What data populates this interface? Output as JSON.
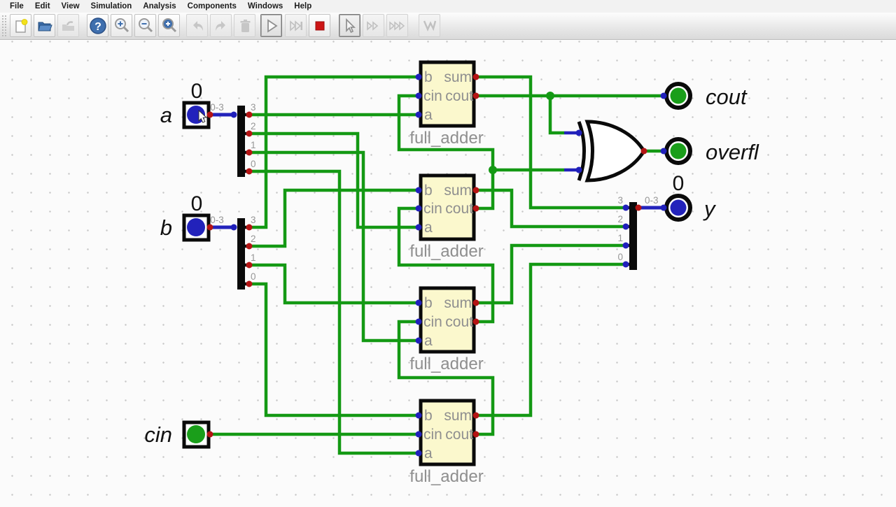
{
  "menu_bar": {
    "items": [
      {
        "label": "File"
      },
      {
        "label": "Edit"
      },
      {
        "label": "View"
      },
      {
        "label": "Simulation"
      },
      {
        "label": "Analysis"
      },
      {
        "label": "Components"
      },
      {
        "label": "Windows"
      },
      {
        "label": "Help"
      }
    ]
  },
  "toolbar": {
    "buttons": [
      {
        "name": "new-file",
        "enabled": true
      },
      {
        "name": "open-file",
        "enabled": true
      },
      {
        "name": "save-file",
        "enabled": false
      },
      {
        "name": "help",
        "enabled": true
      },
      {
        "name": "zoom-in",
        "enabled": true
      },
      {
        "name": "zoom-out",
        "enabled": true
      },
      {
        "name": "zoom-fit",
        "enabled": true
      },
      {
        "name": "undo",
        "enabled": false
      },
      {
        "name": "redo",
        "enabled": false
      },
      {
        "name": "delete",
        "enabled": false
      },
      {
        "name": "start-simulation",
        "enabled": true,
        "selected": true
      },
      {
        "name": "run-to-break",
        "enabled": false
      },
      {
        "name": "stop-simulation",
        "enabled": true
      },
      {
        "name": "step-gate",
        "enabled": true,
        "selected": true
      },
      {
        "name": "step-fast",
        "enabled": false
      },
      {
        "name": "step-faster",
        "enabled": false
      },
      {
        "name": "measurement-graph",
        "enabled": false
      }
    ],
    "help_glyph": "?"
  },
  "circuit": {
    "inputs": {
      "a": {
        "label": "a",
        "value": "0",
        "bits": "0-3",
        "state_color": "blue"
      },
      "b": {
        "label": "b",
        "value": "0",
        "bits": "0-3",
        "state_color": "blue"
      },
      "cin": {
        "label": "cin",
        "state_color": "green"
      }
    },
    "outputs": {
      "cout": {
        "label": "cout",
        "state_color": "green"
      },
      "overfl": {
        "label": "overfl",
        "state_color": "green"
      },
      "y": {
        "label": "y",
        "value": "0",
        "bits": "0-3",
        "state_color": "blue"
      }
    },
    "adder": {
      "label": "full_adder",
      "pins": {
        "b": "b",
        "cin": "cin",
        "a": "a",
        "sum": "sum",
        "cout": "cout"
      },
      "instances": 4
    },
    "splitters": {
      "range": "0-3",
      "bits": [
        "3",
        "2",
        "1",
        "0"
      ]
    },
    "gate": {
      "type": "xor"
    },
    "colors": {
      "wire_green": "#149914",
      "bus_blue": "#2222bb",
      "output_pin_red": "#b41414",
      "input_pin_blue": "#2020bb",
      "adder_fill": "#fbf8cd",
      "label_gray": "#8f8f8f"
    }
  }
}
